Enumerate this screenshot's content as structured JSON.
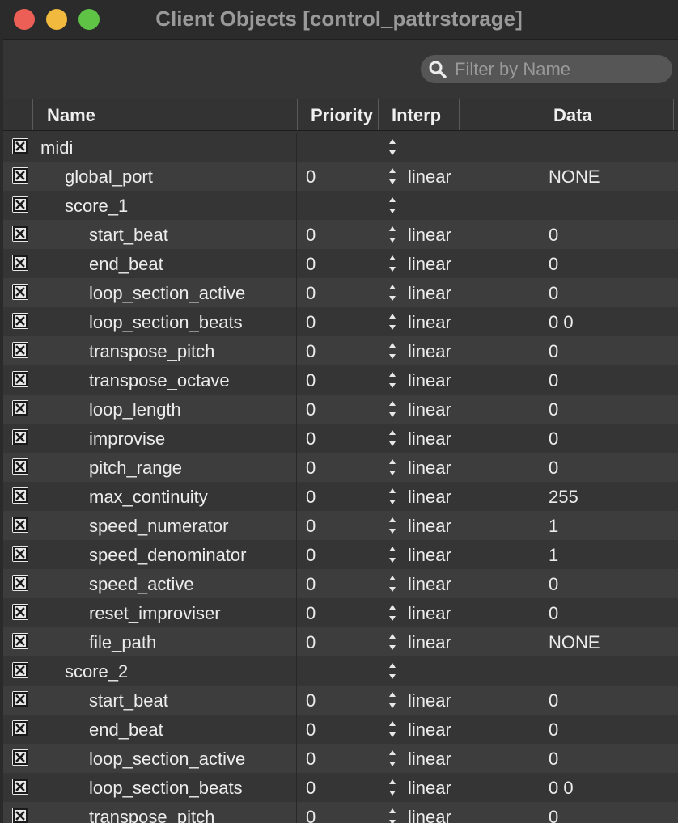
{
  "window": {
    "title": "Client Objects [control_pattrstorage]"
  },
  "filter": {
    "placeholder": "Filter by Name",
    "icon": "search-icon"
  },
  "columns": [
    "Name",
    "Priority",
    "Interp",
    "Data"
  ],
  "rows": [
    {
      "name": "midi",
      "level": 0,
      "priority": "",
      "interp": "",
      "data": ""
    },
    {
      "name": "global_port",
      "level": 1,
      "priority": "0",
      "interp": "linear",
      "data": "NONE"
    },
    {
      "name": "score_1",
      "level": 1,
      "priority": "",
      "interp": "",
      "data": ""
    },
    {
      "name": "start_beat",
      "level": 2,
      "priority": "0",
      "interp": "linear",
      "data": "0"
    },
    {
      "name": "end_beat",
      "level": 2,
      "priority": "0",
      "interp": "linear",
      "data": "0"
    },
    {
      "name": "loop_section_active",
      "level": 2,
      "priority": "0",
      "interp": "linear",
      "data": "0"
    },
    {
      "name": "loop_section_beats",
      "level": 2,
      "priority": "0",
      "interp": "linear",
      "data": "0 0"
    },
    {
      "name": "transpose_pitch",
      "level": 2,
      "priority": "0",
      "interp": "linear",
      "data": "0"
    },
    {
      "name": "transpose_octave",
      "level": 2,
      "priority": "0",
      "interp": "linear",
      "data": "0"
    },
    {
      "name": "loop_length",
      "level": 2,
      "priority": "0",
      "interp": "linear",
      "data": "0"
    },
    {
      "name": "improvise",
      "level": 2,
      "priority": "0",
      "interp": "linear",
      "data": "0"
    },
    {
      "name": "pitch_range",
      "level": 2,
      "priority": "0",
      "interp": "linear",
      "data": "0"
    },
    {
      "name": "max_continuity",
      "level": 2,
      "priority": "0",
      "interp": "linear",
      "data": "255"
    },
    {
      "name": "speed_numerator",
      "level": 2,
      "priority": "0",
      "interp": "linear",
      "data": "1"
    },
    {
      "name": "speed_denominator",
      "level": 2,
      "priority": "0",
      "interp": "linear",
      "data": "1"
    },
    {
      "name": "speed_active",
      "level": 2,
      "priority": "0",
      "interp": "linear",
      "data": "0"
    },
    {
      "name": "reset_improviser",
      "level": 2,
      "priority": "0",
      "interp": "linear",
      "data": "0"
    },
    {
      "name": "file_path",
      "level": 2,
      "priority": "0",
      "interp": "linear",
      "data": "NONE"
    },
    {
      "name": "score_2",
      "level": 1,
      "priority": "",
      "interp": "",
      "data": ""
    },
    {
      "name": "start_beat",
      "level": 2,
      "priority": "0",
      "interp": "linear",
      "data": "0"
    },
    {
      "name": "end_beat",
      "level": 2,
      "priority": "0",
      "interp": "linear",
      "data": "0"
    },
    {
      "name": "loop_section_active",
      "level": 2,
      "priority": "0",
      "interp": "linear",
      "data": "0"
    },
    {
      "name": "loop_section_beats",
      "level": 2,
      "priority": "0",
      "interp": "linear",
      "data": "0 0"
    },
    {
      "name": "transpose_pitch",
      "level": 2,
      "priority": "0",
      "interp": "linear",
      "data": "0"
    }
  ],
  "colors": {
    "close": "#ec5f57",
    "minimize": "#f1b93d",
    "maximize": "#5fc446"
  }
}
